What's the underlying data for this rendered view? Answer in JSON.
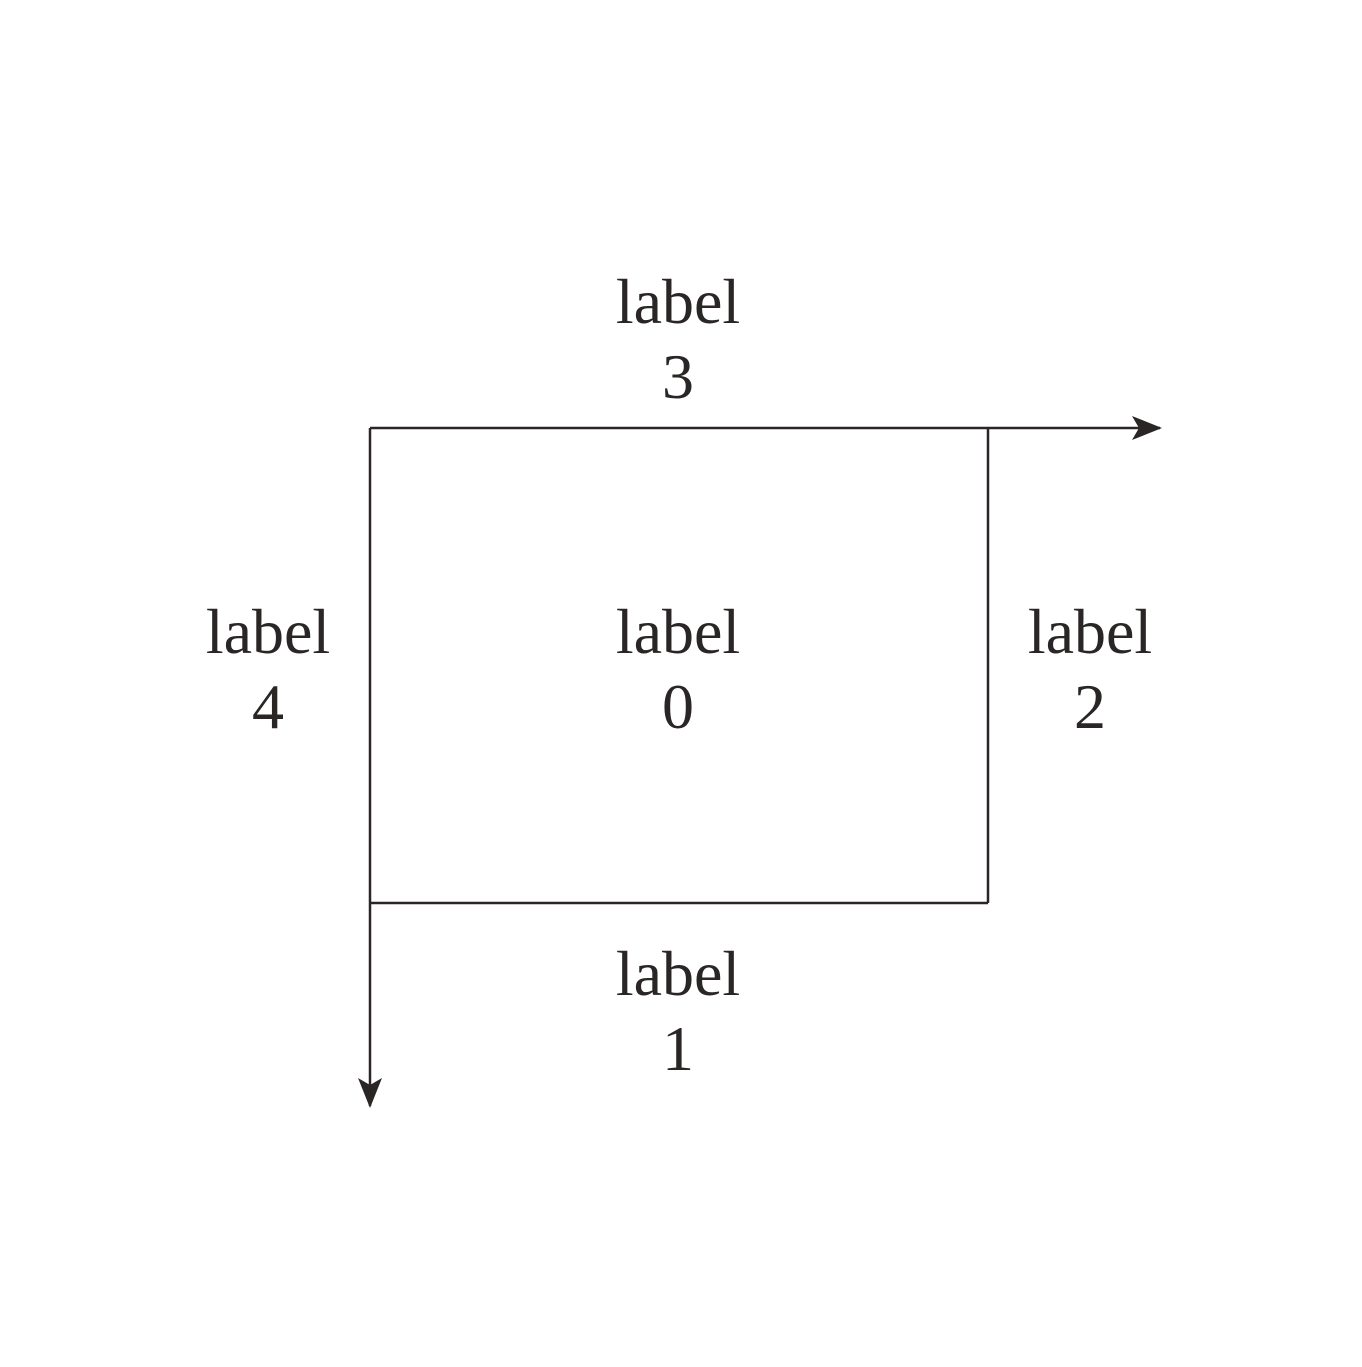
{
  "diagram": {
    "colors": {
      "ink": "#2b2626",
      "background": "#ffffff"
    },
    "labels": [
      {
        "id": "0",
        "word": "label",
        "number": "0"
      },
      {
        "id": "1",
        "word": "label",
        "number": "1"
      },
      {
        "id": "2",
        "word": "label",
        "number": "2"
      },
      {
        "id": "3",
        "word": "label",
        "number": "3"
      },
      {
        "id": "4",
        "word": "label",
        "number": "4"
      }
    ],
    "arrows": [
      {
        "name": "right-arrow",
        "direction": "right"
      },
      {
        "name": "down-arrow",
        "direction": "down"
      }
    ]
  }
}
